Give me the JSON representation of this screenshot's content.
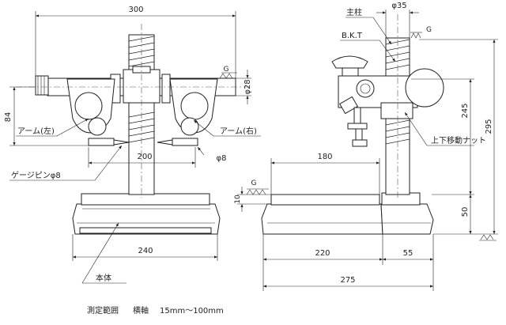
{
  "labels": {
    "dim_300": "300",
    "dim_200": "200",
    "dim_240": "240",
    "dim_84": "84",
    "dim_phi28": "φ28",
    "dim_phi8": "φ8",
    "dim_phi35": "φ35",
    "dim_180": "180",
    "dim_220": "220",
    "dim_55": "55",
    "dim_275": "275",
    "dim_245": "245",
    "dim_295": "295",
    "dim_50": "50",
    "dim_10": "10",
    "g_top": "G",
    "g_left": "G",
    "g_column": "G",
    "arm_left": "アーム(左)",
    "arm_right": "アーム(右)",
    "gauge_pin": "ゲージピンφ8",
    "body": "本体",
    "main_column": "主柱",
    "bkt": "B.K.T",
    "up_down_nut": "上下移動ナット"
  },
  "caption": {
    "range_label": "測定範囲",
    "axis_label": "横軸",
    "range_value": "15mm〜100mm"
  }
}
